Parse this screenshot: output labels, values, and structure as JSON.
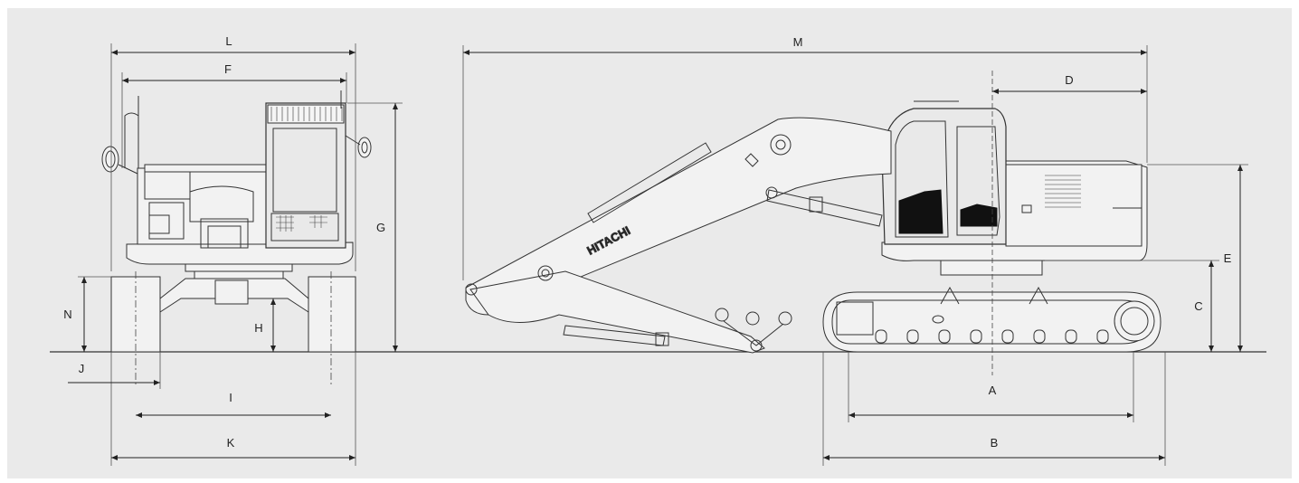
{
  "diagram": {
    "brand_text": "HITACHI",
    "labels": {
      "A": "A",
      "B": "B",
      "C": "C",
      "D": "D",
      "E": "E",
      "F": "F",
      "G": "G",
      "H": "H",
      "I": "I",
      "J": "J",
      "K": "K",
      "L": "L",
      "M": "M",
      "N": "N"
    }
  }
}
